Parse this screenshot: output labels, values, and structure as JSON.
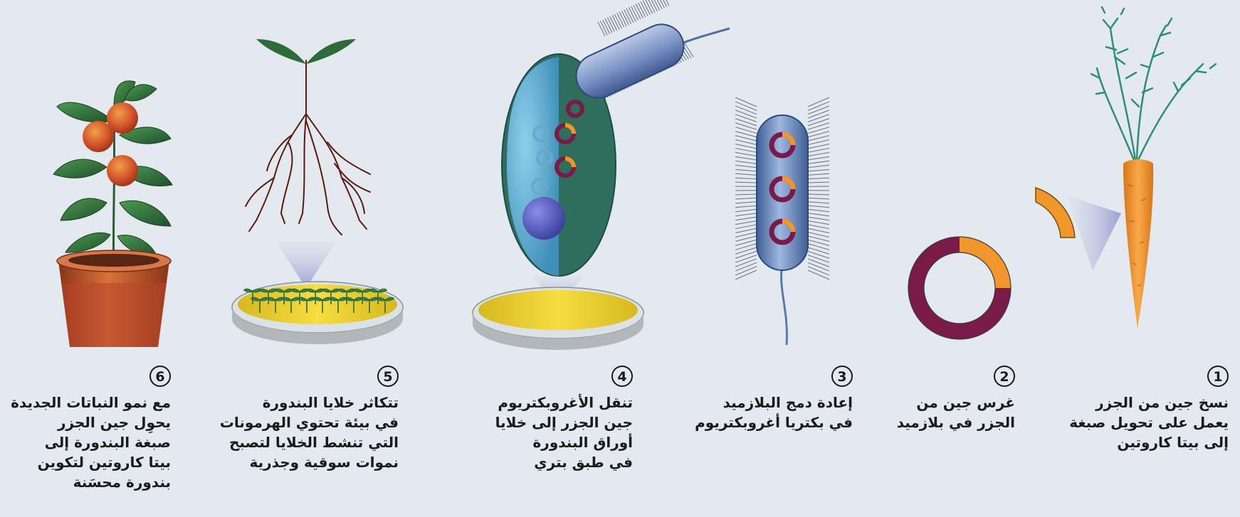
{
  "steps": [
    {
      "number": "1",
      "text": "نسخ جين من الجزر\nيعمل على تحويل صبغة\nإلى بيتا كاروتين"
    },
    {
      "number": "2",
      "text": "غرس جين من\nالجزر في بلازميد"
    },
    {
      "number": "3",
      "text": "إعادة دمج البلازميد\nفي بكتريا أغروبكتريوم"
    },
    {
      "number": "4",
      "text": "تنقل الأغروبكتريوم\nجين الجزر إلى خلايا\nأوراق البندورة\nفي طبق بتري"
    },
    {
      "number": "5",
      "text": "تتكاثر خلايا البندورة\nفي بيئة تحتوي الهرمونات\nالتي تنشط الخلايا لتصبح\nنموات سوقية وجذرية"
    },
    {
      "number": "6",
      "text": "مع نمو النباتات الجديدة\nيحوِل جين الجزر\nصبغة البندورة إلى\nبيتا كاروتين لتكوين\nبندورة محسَنة"
    }
  ],
  "colors": {
    "background": "#e3e9ee",
    "carrot": "#f0962a",
    "plasmid_purple": "#7a1a48",
    "bacterium_blue": "#6a8cc0",
    "tomato": "#d2552a",
    "leaf_green": "#2e6a3a",
    "agar_yellow": "#f0d030",
    "pot": "#c05a2a"
  }
}
